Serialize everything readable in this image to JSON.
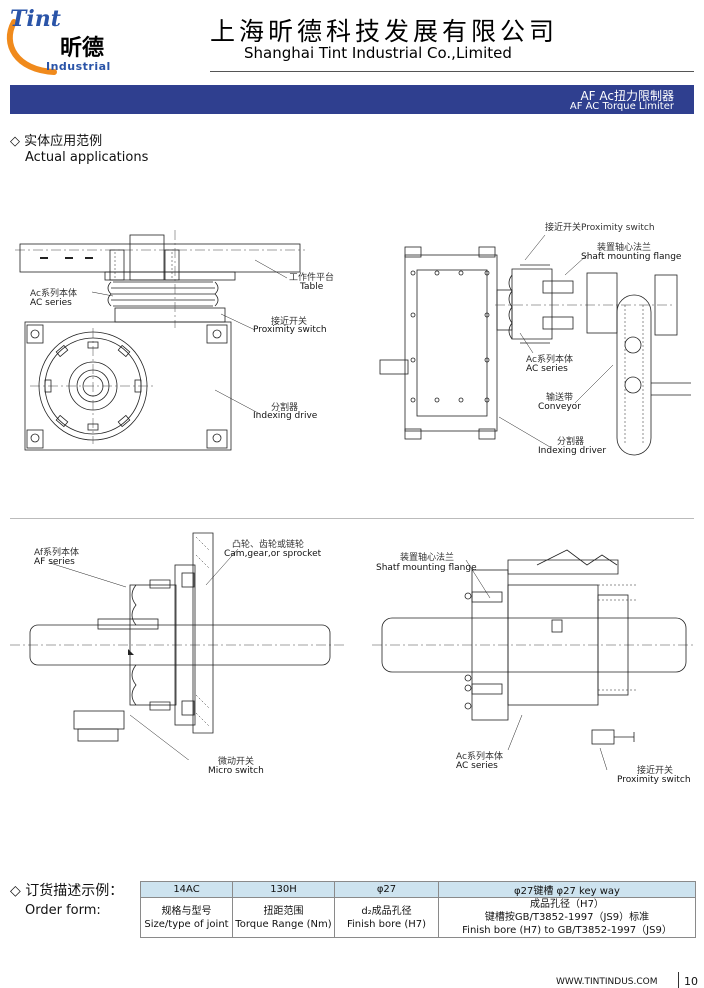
{
  "header": {
    "logo_tint": "Tint",
    "logo_cn": "昕德",
    "logo_industrial": "Industrial",
    "company_cn": "上海昕德科技发展有限公司",
    "company_en": "Shanghai Tint Industrial Co.,Limited"
  },
  "banner": {
    "title_cn": "AF Ac扭力限制器",
    "title_en": "AF AC Torque Limiter"
  },
  "section_apps": {
    "title_cn": "◇ 实体应用范例",
    "title_en": "Actual applications"
  },
  "fig1": {
    "table_cn": "工作件平台",
    "table_en": "Table",
    "ac_cn": "Ac系列本体",
    "ac_en": "AC series",
    "prox_cn": "接近开关",
    "prox_en": "Proximity switch",
    "index_cn": "分割器",
    "index_en": "Indexing drive"
  },
  "fig2": {
    "prox": "接近开关Proximity switch",
    "flange_cn": "装置轴心法兰",
    "flange_en": "Shaft mounting flange",
    "ac_cn": "Ac系列本体",
    "ac_en": "AC series",
    "conv_cn": "输送带",
    "conv_en": "Conveyor",
    "index_cn": "分割器",
    "index_en": "Indexing driver"
  },
  "fig3": {
    "af_cn": "Af系列本体",
    "af_en": "AF series",
    "cam_cn": "凸轮、齿轮或链轮",
    "cam_en": "Cam,gear,or sprocket",
    "micro_cn": "微动开关",
    "micro_en": "Micro switch"
  },
  "fig4": {
    "flange_cn": "装置轴心法兰",
    "flange_en": "Shatf mounting flange",
    "ac_cn": "Ac系列本体",
    "ac_en": "AC series",
    "prox_cn": "接近开关",
    "prox_en": "Proximity switch"
  },
  "order_form": {
    "title_cn": "◇ 订货描述示例：",
    "title_en": "Order form:",
    "values": [
      "14AC",
      "130H",
      "φ27",
      "φ27键槽  φ27 key way"
    ],
    "labels": [
      {
        "l1": "规格与型号",
        "l2": "Size/type of joint"
      },
      {
        "l1": "扭距范围",
        "l2": "Torque Range (Nm)"
      },
      {
        "l1": "d₂成品孔径",
        "l2": "Finish bore (H7)"
      },
      {
        "l1": "成品孔径（H7）",
        "l2": "键槽按GB/T3852-1997（JS9）标准",
        "l3": "Finish bore (H7) to GB/T3852-1997（JS9）"
      }
    ]
  },
  "footer": {
    "url": "WWW.TINTINDUS.COM",
    "page": "10"
  }
}
